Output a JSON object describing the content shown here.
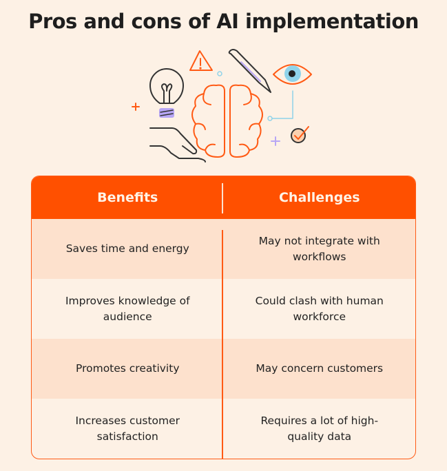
{
  "title": "Pros and cons of AI implementation",
  "colors": {
    "accent": "#ff5000",
    "background": "#fdf1e5",
    "alt_row": "#fde1cd"
  },
  "table": {
    "headers": [
      "Benefits",
      "Challenges"
    ],
    "rows": [
      [
        "Saves time and energy",
        "May not integrate with workflows"
      ],
      [
        "Improves knowledge of audience",
        "Could clash with human workforce"
      ],
      [
        "Promotes creativity",
        "May concern customers"
      ],
      [
        "Increases customer satisfaction",
        "Requires a lot of high-quality data"
      ]
    ]
  },
  "illustration_icons": [
    "warning-icon",
    "pencil-icon",
    "eye-icon",
    "lightbulb-icon",
    "brain-icon",
    "hand-icon",
    "checkmark-icon"
  ]
}
